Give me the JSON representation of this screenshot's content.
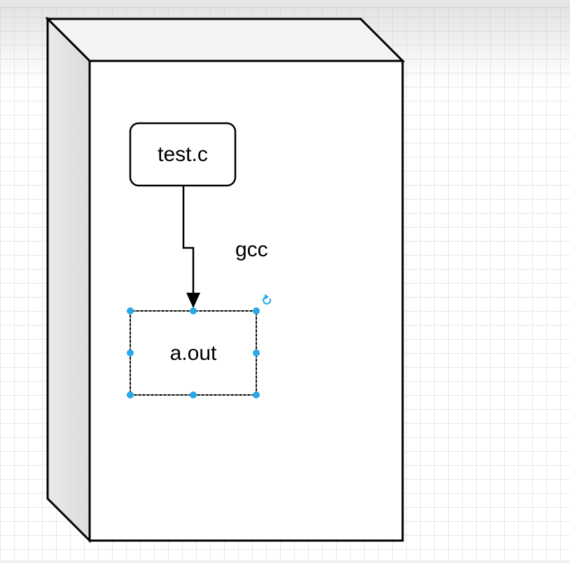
{
  "diagram": {
    "source_node": {
      "label": "test.c"
    },
    "edge": {
      "label": "gcc"
    },
    "target_node": {
      "label": "a.out",
      "selected": true
    },
    "selection_color": "#29a8e8",
    "stroke_color": "#000000",
    "container_side_color": "#e4e4e4",
    "icons": {
      "rotate_handle": "rotate-icon"
    }
  }
}
